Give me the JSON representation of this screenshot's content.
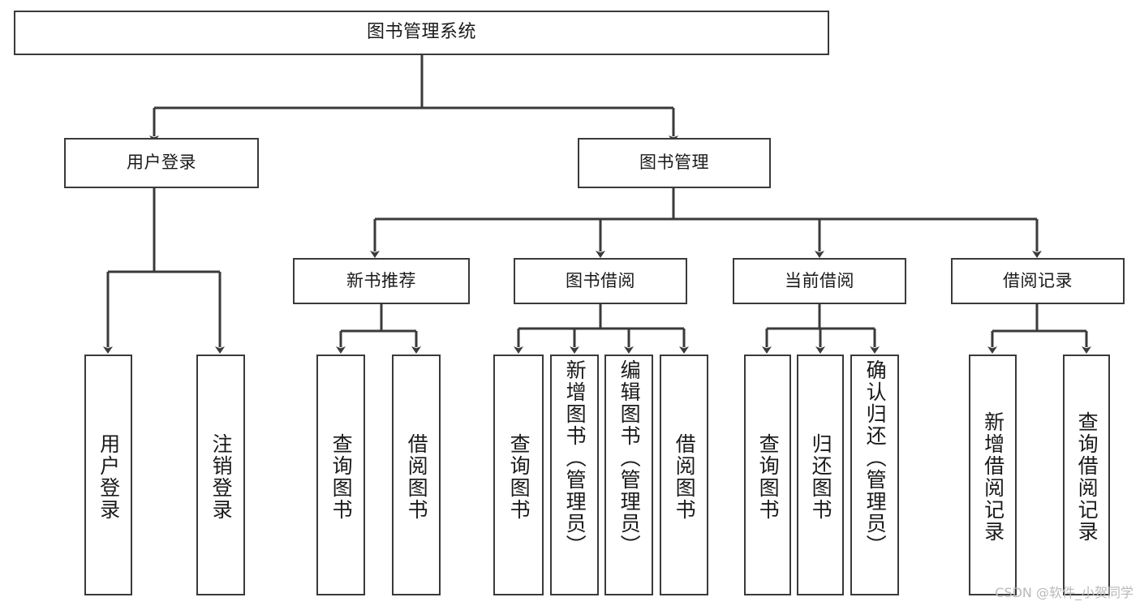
{
  "diagram": {
    "type": "tree-hierarchy-chart",
    "title": "图书管理系统",
    "orientation": "top-down",
    "colors": {
      "stroke": "#3a3a3a",
      "fill": "#ffffff",
      "text": "#1a1a1a",
      "watermark": "#b9b9b9"
    },
    "watermark": "CSDN @软件_小贺同学",
    "nodes": {
      "root": {
        "label": "图书管理系统",
        "level": 1
      },
      "user_login": {
        "label": "用户登录",
        "level": 2
      },
      "book_manage": {
        "label": "图书管理",
        "level": 2
      },
      "new_book_rec": {
        "label": "新书推荐",
        "level": 3
      },
      "book_borrow": {
        "label": "图书借阅",
        "level": 3
      },
      "current_borrow": {
        "label": "当前借阅",
        "level": 3
      },
      "borrow_record": {
        "label": "借阅记录",
        "level": 3
      },
      "leaf_user_login": {
        "label": "用户登录",
        "level": 3
      },
      "leaf_logout": {
        "label": "注销登录",
        "level": 3
      },
      "leaf_query_book_1": {
        "label": "查询图书",
        "level": 4
      },
      "leaf_borrow_book_1": {
        "label": "借阅图书",
        "level": 4
      },
      "leaf_query_book_2": {
        "label": "查询图书",
        "level": 4
      },
      "leaf_add_book": {
        "label": "新增图书（管理员）",
        "level": 4
      },
      "leaf_edit_book": {
        "label": "编辑图书（管理员）",
        "level": 4
      },
      "leaf_borrow_book_2": {
        "label": "借阅图书",
        "level": 4
      },
      "leaf_query_book_3": {
        "label": "查询图书",
        "level": 4
      },
      "leaf_return_book": {
        "label": "归还图书",
        "level": 4
      },
      "leaf_confirm_return": {
        "label": "确认归还（管理员）",
        "level": 4
      },
      "leaf_add_record": {
        "label": "新增借阅记录",
        "level": 4
      },
      "leaf_query_record": {
        "label": "查询借阅记录",
        "level": 4
      }
    },
    "edges": [
      {
        "from": "root",
        "to": "user_login"
      },
      {
        "from": "root",
        "to": "book_manage"
      },
      {
        "from": "user_login",
        "to": "leaf_user_login"
      },
      {
        "from": "user_login",
        "to": "leaf_logout"
      },
      {
        "from": "book_manage",
        "to": "new_book_rec"
      },
      {
        "from": "book_manage",
        "to": "book_borrow"
      },
      {
        "from": "book_manage",
        "to": "current_borrow"
      },
      {
        "from": "book_manage",
        "to": "borrow_record"
      },
      {
        "from": "new_book_rec",
        "to": "leaf_query_book_1"
      },
      {
        "from": "new_book_rec",
        "to": "leaf_borrow_book_1"
      },
      {
        "from": "book_borrow",
        "to": "leaf_query_book_2"
      },
      {
        "from": "book_borrow",
        "to": "leaf_add_book"
      },
      {
        "from": "book_borrow",
        "to": "leaf_edit_book"
      },
      {
        "from": "book_borrow",
        "to": "leaf_borrow_book_2"
      },
      {
        "from": "current_borrow",
        "to": "leaf_query_book_3"
      },
      {
        "from": "current_borrow",
        "to": "leaf_return_book"
      },
      {
        "from": "current_borrow",
        "to": "leaf_confirm_return"
      },
      {
        "from": "borrow_record",
        "to": "leaf_add_record"
      },
      {
        "from": "borrow_record",
        "to": "leaf_query_record"
      }
    ]
  }
}
